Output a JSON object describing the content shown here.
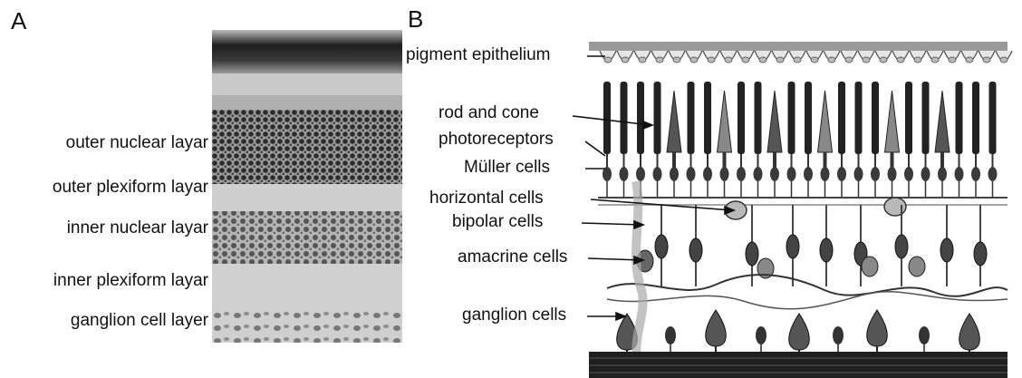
{
  "panels": {
    "a": {
      "letter": "A"
    },
    "b": {
      "letter": "B"
    }
  },
  "histology_labels": [
    "outer nuclear layar",
    "outer plexiform layar",
    "inner nuclear layar",
    "inner plexiform layar",
    "ganglion cell layer"
  ],
  "diagram_labels": {
    "pigment": "pigment epithelium",
    "rodcone_1": "rod and cone",
    "rodcone_2": "photoreceptors",
    "muller": "Müller cells",
    "horizontal": "horizontal cells",
    "bipolar": "bipolar cells",
    "amacrine": "amacrine cells",
    "ganglion": "ganglion cells"
  },
  "colors": {
    "ink": "#111111",
    "tissue_light": "#d8d8d8",
    "tissue_dark": "#2a2a2a",
    "cell_dark": "#333333",
    "cell_mid": "#777777"
  }
}
